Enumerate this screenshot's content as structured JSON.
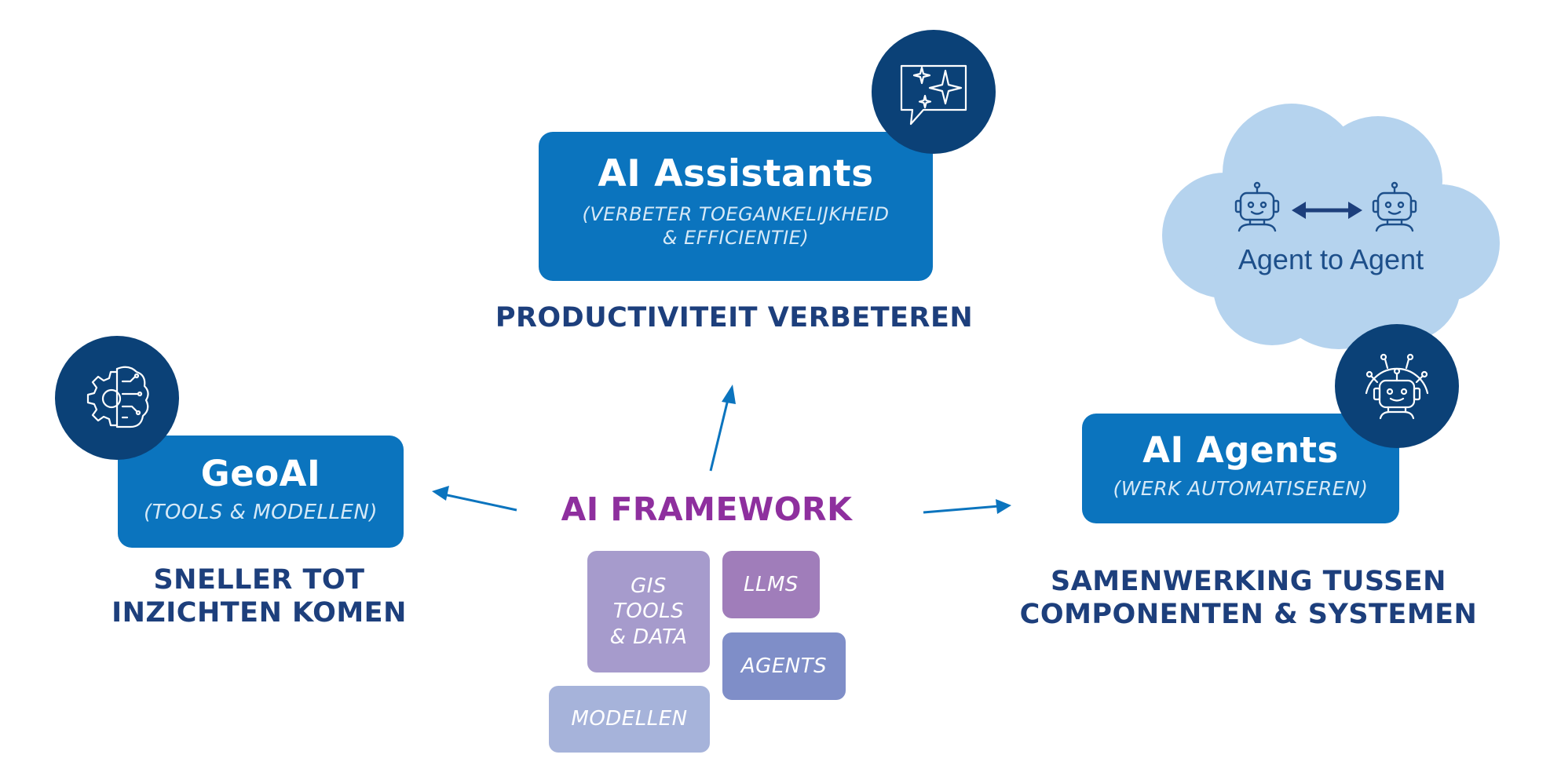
{
  "assistants": {
    "title": "AI Assistants",
    "subtitle_line1": "(VERBETER TOEGANKELIJKHEID",
    "subtitle_line2": "& EFFICIENTIE)",
    "caption": "PRODUCTIVITEIT VERBETEREN",
    "icon": "chat-sparkle-icon"
  },
  "geoai": {
    "title": "GeoAI",
    "subtitle": "(TOOLS & MODELLEN)",
    "caption_line1": "SNELLER TOT",
    "caption_line2": "INZICHTEN KOMEN",
    "icon": "gear-brain-icon"
  },
  "agents": {
    "title": "AI Agents",
    "subtitle": "(WERK AUTOMATISEREN)",
    "caption_line1": "SAMENWERKING TUSSEN",
    "caption_line2": "COMPONENTEN & SYSTEMEN",
    "icon": "robot-antenna-icon"
  },
  "cloud": {
    "label": "Agent to Agent",
    "icons": [
      "robot-icon",
      "double-arrow-icon",
      "robot-icon"
    ]
  },
  "framework": {
    "title": "AI FRAMEWORK",
    "tiles": {
      "gis": "GIS\nTOOLS\n& DATA",
      "llms": "LLMS",
      "agents": "AGENTS",
      "modellen": "MODELLEN"
    }
  },
  "colors": {
    "box_blue": "#0b74be",
    "icon_circle": "#0b4177",
    "caption_navy": "#1d3f7c",
    "framework_purple": "#8e2f9e",
    "cloud": "#b5d3ee",
    "tile_gis": "#a69bcc",
    "tile_llms": "#a07dba",
    "tile_agents": "#7f8ec8",
    "tile_modellen": "#a6b3da"
  }
}
